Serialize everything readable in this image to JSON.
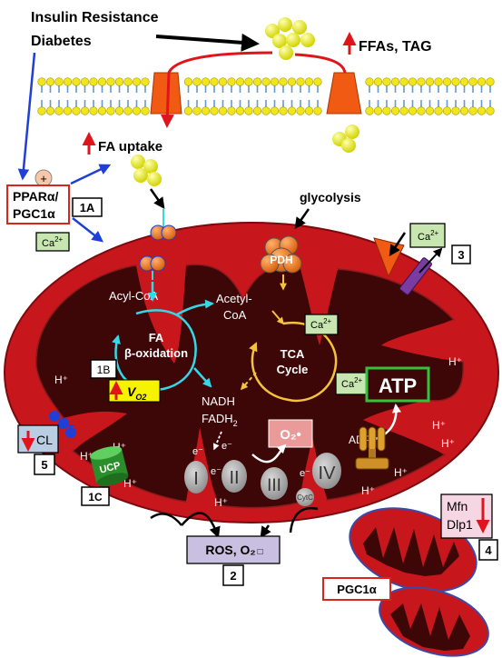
{
  "labels": {
    "insulin_resistance": "Insulin Resistance",
    "diabetes": "Diabetes",
    "ffas_tag": "FFAs, TAG",
    "fa_uptake": "FA uptake",
    "glycolysis": "glycolysis",
    "pdh": "PDH",
    "acyl_coa": "Acyl-CoA",
    "acetyl": "Acetyl-",
    "coa": "CoA",
    "fa": "FA",
    "beta_oxidation": "β-oxidation",
    "tca": "TCA",
    "cycle": "Cycle",
    "nadh": "NADH",
    "fadh": "FADH",
    "fadh_sub": "2",
    "o2_radical": "O₂•",
    "adp": "ADP",
    "atp": "ATP",
    "ucp": "UCP",
    "cl": "CL",
    "vo2": "V",
    "vo2_sub": "O2",
    "ros": "ROS, O₂",
    "ros_box": "□",
    "complex_1": "I",
    "complex_2": "II",
    "complex_3": "III",
    "complex_4": "IV",
    "cytc": "CytC",
    "electron": "e⁻",
    "hplus": "H⁺",
    "plus": "+",
    "ppar": "PPARα/",
    "pgc1a": "PGC1α",
    "mfn": "Mfn",
    "dlp1": "Dlp1",
    "pgc1a_bottom": "PGC1α",
    "ca": "Ca",
    "ca_sup": "2+"
  },
  "tags": {
    "t1a": "1A",
    "t1b": "1B",
    "t1c": "1C",
    "t2": "2",
    "t3": "3",
    "t4": "4",
    "t5": "5"
  },
  "colors": {
    "mito_outer": "#c8161d",
    "mito_matrix": "#3d0708",
    "membrane": "#6699cc",
    "lipid_head": "#f2e51c",
    "fatty_acid": "#e3e630",
    "red_arrow": "#e0151b",
    "blue_arrow": "#1f3fd6",
    "cyan_cycle": "#35d8e8",
    "tca_cycle": "#f5c338",
    "orange_protein": "#f05a12",
    "atp_green": "#35c23a",
    "vo2_yellow": "#f7f200",
    "ca_green": "#c8e6b0",
    "ros_box": "#c9bfe0",
    "o2_box": "#eb9a9a",
    "ucp_green": "#2a8f2a",
    "cl_box": "#b9cde3"
  },
  "icons": {
    "fatty_acid": "yellow-sphere-cluster",
    "transporter": "orange-trapezoid-channel",
    "carrier": "orange-sphere-pair",
    "synthase": "atp-synthase-shape",
    "channel": "purple-calcium-channel"
  }
}
